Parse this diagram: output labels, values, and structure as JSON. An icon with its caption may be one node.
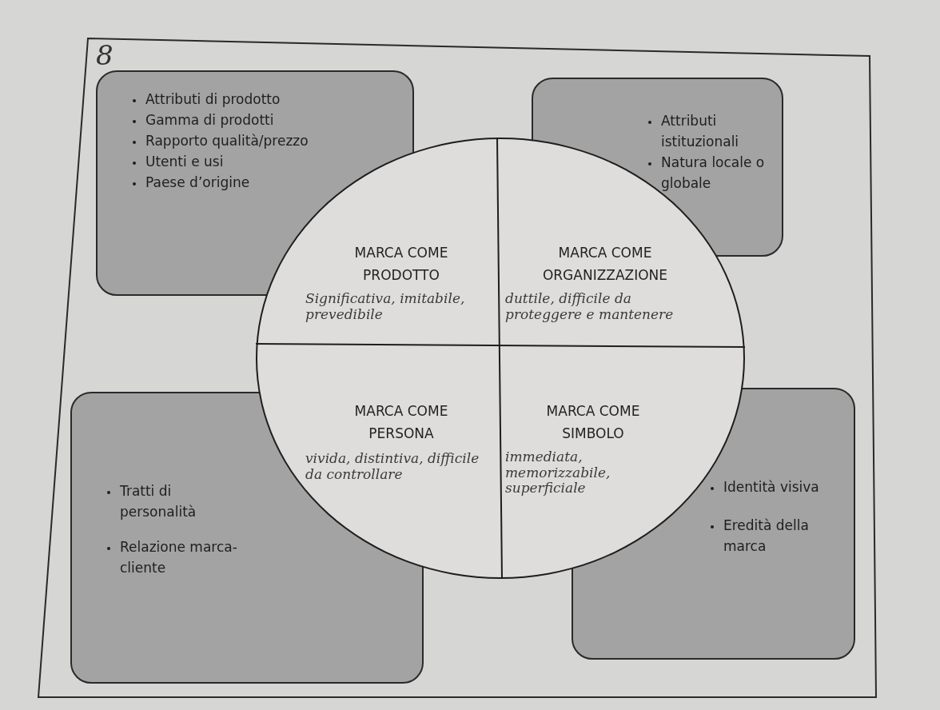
{
  "diagram": {
    "nodes": [
      {
        "text": [
          "Attributi di prodotto",
          "Gamma di prodotti",
          "Rapporto qualità/prezzo",
          "Utenti e usi",
          "Paese d’origine"
        ]
      },
      {
        "text": [
          "Attributi istituzionali",
          "Natura locale o globale"
        ]
      },
      {
        "text": [
          "Tratti di personalità",
          "Relazione marca-cliente"
        ]
      },
      {
        "text": [
          "Identità visiva",
          "Eredità della marca"
        ]
      },
      {
        "text": [],
        "shape": "circle"
      },
      {
        "text": [
          "MARCA COME PRODOTTO",
          "Significativa, imitabile, prevedibile"
        ],
        "in": 4
      },
      {
        "text": [
          "MARCA COME ORGANIZZAZIONE",
          "duttile, difficile da proteggere e mantenere"
        ],
        "in": 4
      },
      {
        "text": [
          "MARCA COME PERSONA",
          "vivida, distintiva, difficile da controllare"
        ],
        "in": 4
      },
      {
        "text": [
          "MARCA COME SIMBOLO",
          "immediata, memorizzabile, superficiale"
        ],
        "in": 4
      }
    ],
    "labels": [
      "8"
    ]
  }
}
